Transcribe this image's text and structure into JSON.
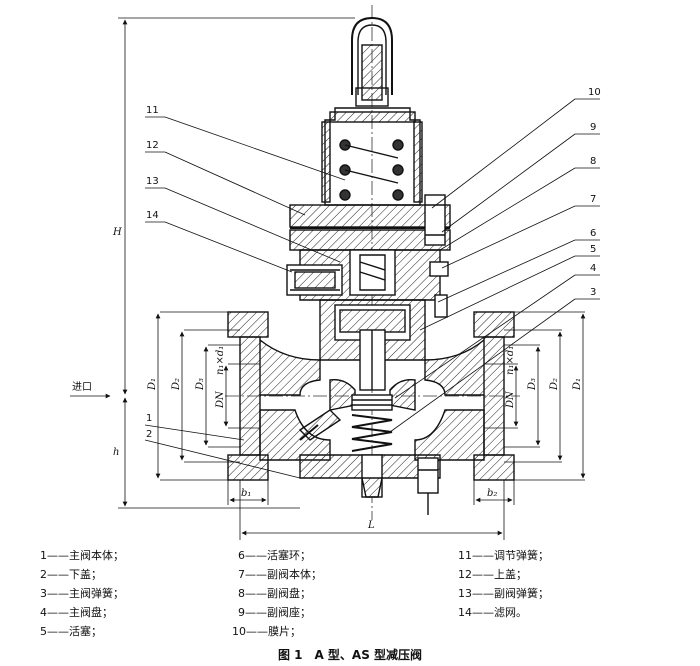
{
  "labels": {
    "n1": "1",
    "n2": "2",
    "n3": "3",
    "n4": "4",
    "n5": "5",
    "n6": "6",
    "n7": "7",
    "n8": "8",
    "n9": "9",
    "n10": "10",
    "n11": "11",
    "n12": "12",
    "n13": "13",
    "n14": "14"
  },
  "dims": {
    "H": "H",
    "h": "h",
    "L": "L",
    "b1": "b₁",
    "b2": "b₂",
    "D1": "D₁",
    "D2": "D₂",
    "D3": "D₃",
    "DN": "DN",
    "nd": "n₁×d₁",
    "inlet": "进口"
  },
  "legend": [
    "1——主阀本体；",
    "2——下盖；",
    "3——主阀弹簧；",
    "4——主阀盘；",
    "5——活塞；",
    "6——活塞环；",
    "7——副阀本体；",
    "8——副阀盘；",
    "9——副阀座；",
    "10——膜片；",
    "11——调节弹簧；",
    "12——上盖；",
    "13——副阀弹簧；",
    "14——滤网。"
  ],
  "caption": "图 1　A 型、AS 型减压阀"
}
